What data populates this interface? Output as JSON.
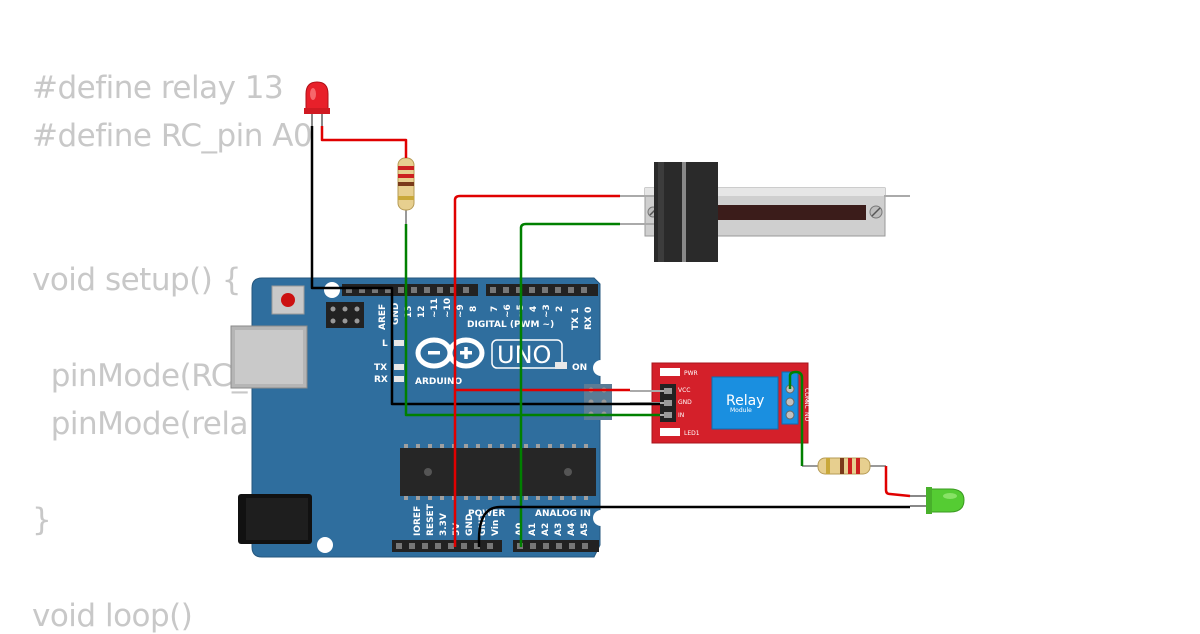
{
  "code": {
    "lines": [
      "#define relay 13",
      "#define RC_pin A0",
      "",
      "",
      "void setup() {",
      "",
      "  pinMode(RC_",
      "  pinMode(rela",
      "",
      "}",
      "",
      "void loop()"
    ]
  },
  "arduino": {
    "brand": "ARDUINO",
    "model": "UNO",
    "on_label": "ON",
    "l_label": "L",
    "tx_label": "TX",
    "rx_label": "RX",
    "digital_label": "DIGITAL (PWM ~)",
    "power_label": "POWER",
    "analog_label": "ANALOG IN",
    "top_pins": [
      "AREF",
      "GND",
      "13",
      "12",
      "~11",
      "~10",
      "~9",
      "8",
      "7",
      "~6",
      "~5",
      "4",
      "~3",
      "2",
      "TX 1",
      "RX 0"
    ],
    "bottom_power_pins": [
      "IOREF",
      "RESET",
      "3.3V",
      "5V",
      "GND",
      "GND",
      "Vin"
    ],
    "bottom_analog_pins": [
      "A0",
      "A1",
      "A2",
      "A3",
      "A4",
      "A5"
    ]
  },
  "relay_module": {
    "title": "Relay",
    "subtitle": "Module",
    "pins": [
      "VCC",
      "GND",
      "IN"
    ],
    "pwr_label": "PWR",
    "led_label": "LED1",
    "terminal_labels": [
      "NC",
      "COM",
      "NO"
    ]
  },
  "colors": {
    "board": "#2f6e9e",
    "relay_board": "#d4202a",
    "wire_red": "#e00000",
    "wire_green": "#008000",
    "wire_black": "#000000",
    "led_red": "#e8202a",
    "led_green": "#55cc33"
  }
}
